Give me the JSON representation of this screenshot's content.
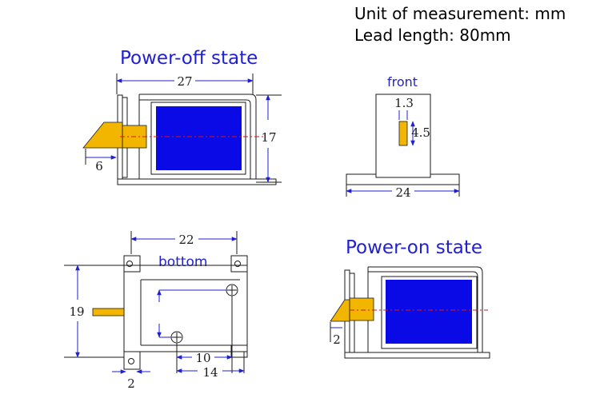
{
  "header": {
    "unit_line": "Unit of measurement: mm",
    "lead_line": "Lead length: 80mm"
  },
  "views": {
    "power_off": {
      "title": "Power-off state",
      "dims": {
        "width": "27",
        "height": "17",
        "plunger": "6"
      }
    },
    "front": {
      "title": "front",
      "dims": {
        "width": "24",
        "slot_w": "1.3",
        "slot_h": "4.5"
      }
    },
    "bottom": {
      "title": "bottom",
      "dims": {
        "hole_pitch": "22",
        "height": "19",
        "hole_x1": "10",
        "hole_x2": "14",
        "tab": "2"
      }
    },
    "power_on": {
      "title": "Power-on state",
      "dims": {
        "plunger": "2"
      }
    }
  },
  "colors": {
    "coil": "#0a0ae6",
    "plunger": "#f2b600",
    "dimension": "#1f1fd4",
    "title": "#1f1fd4",
    "centerline": "#e01010"
  }
}
